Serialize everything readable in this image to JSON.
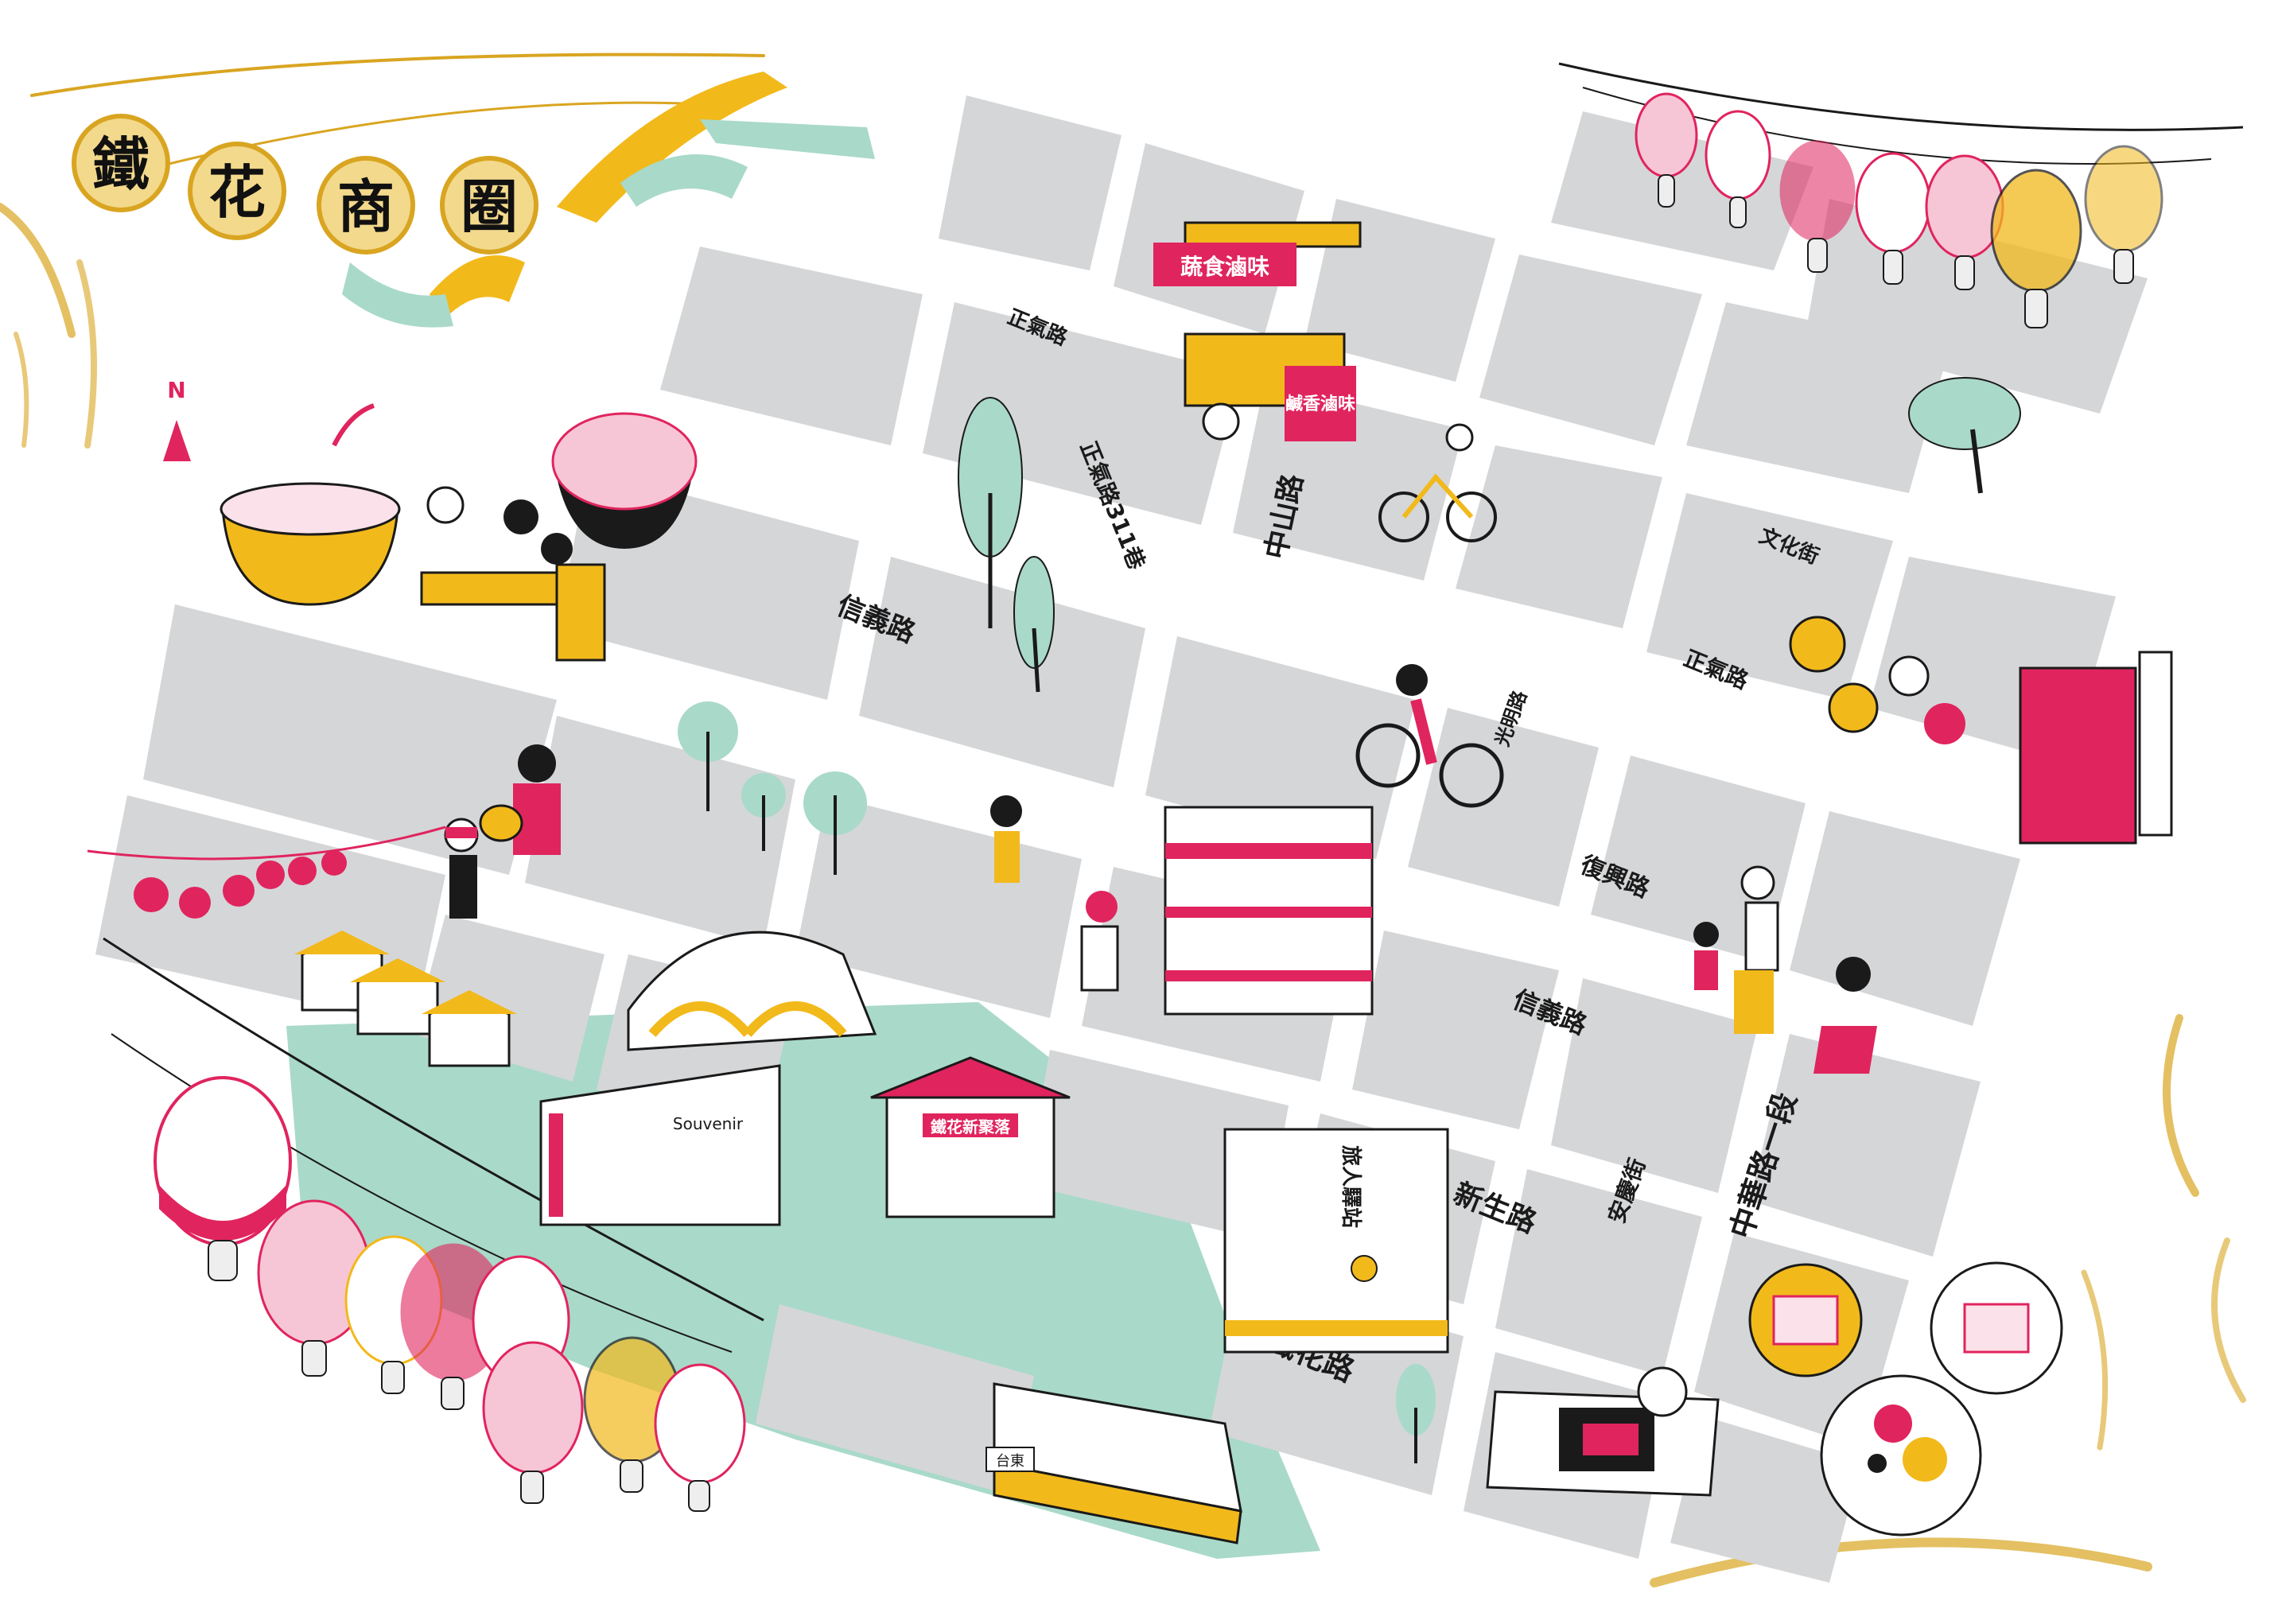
{
  "title": {
    "chars": [
      "鐵",
      "花",
      "商",
      "圈"
    ]
  },
  "compass": {
    "label": "N"
  },
  "roads": {
    "zhengqi_top": "正氣路",
    "zhengqi_lane": "正氣路311巷",
    "xinyi_west": "信義路",
    "zhongshan": "中山路",
    "wenhua": "文化街",
    "zhengqi_east": "正氣路",
    "guangming": "光明路",
    "fuxing": "復興路",
    "xinyi_east": "信義路",
    "anqing": "安慶街",
    "zhonghua": "中華路一段",
    "xinsheng": "新生路",
    "tiehua": "鐵花路"
  },
  "landmarks": {
    "food_cart_banner": "蔬食滷味",
    "food_cart_side": "鹹香滷味",
    "hostel_sign": "旅人驛站",
    "station_gate_sign": "鐵花新聚落",
    "tram_sign": "台東",
    "souvenir_sign": "Souvenir"
  },
  "colors": {
    "road_block": "#d5d6d8",
    "park": "#a9d9c9",
    "pink": "#e0245e",
    "yellow": "#f2b91b",
    "gold": "#d9a521",
    "ink": "#1a1a1a"
  }
}
